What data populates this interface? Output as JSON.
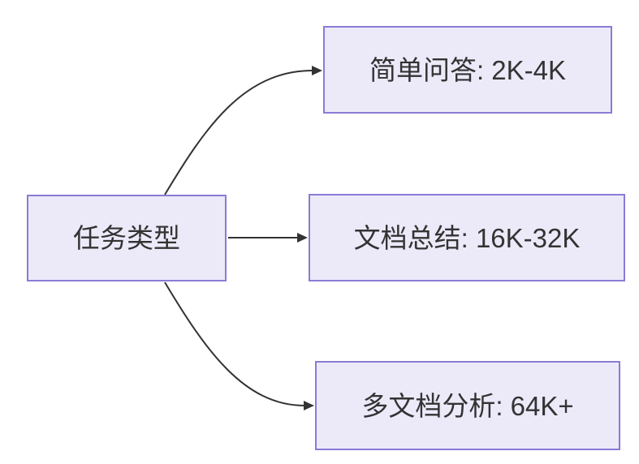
{
  "diagram": {
    "type": "flowchart",
    "root": {
      "label": "任务类型"
    },
    "nodes": [
      {
        "id": "simple-qa",
        "label": "简单问答: 2K-4K"
      },
      {
        "id": "doc-summary",
        "label": "文档总结: 16K-32K"
      },
      {
        "id": "multi-doc-analysis",
        "label": "多文档分析: 64K+"
      }
    ],
    "edges": [
      {
        "from": "任务类型",
        "to": "简单问答: 2K-4K"
      },
      {
        "from": "任务类型",
        "to": "文档总结: 16K-32K"
      },
      {
        "from": "任务类型",
        "to": "多文档分析: 64K+"
      }
    ],
    "colors": {
      "node_fill": "#ECEAF9",
      "node_border": "#8A7BD6",
      "arrow": "#333333",
      "text": "#333333",
      "background": "#FFFFFF"
    }
  }
}
